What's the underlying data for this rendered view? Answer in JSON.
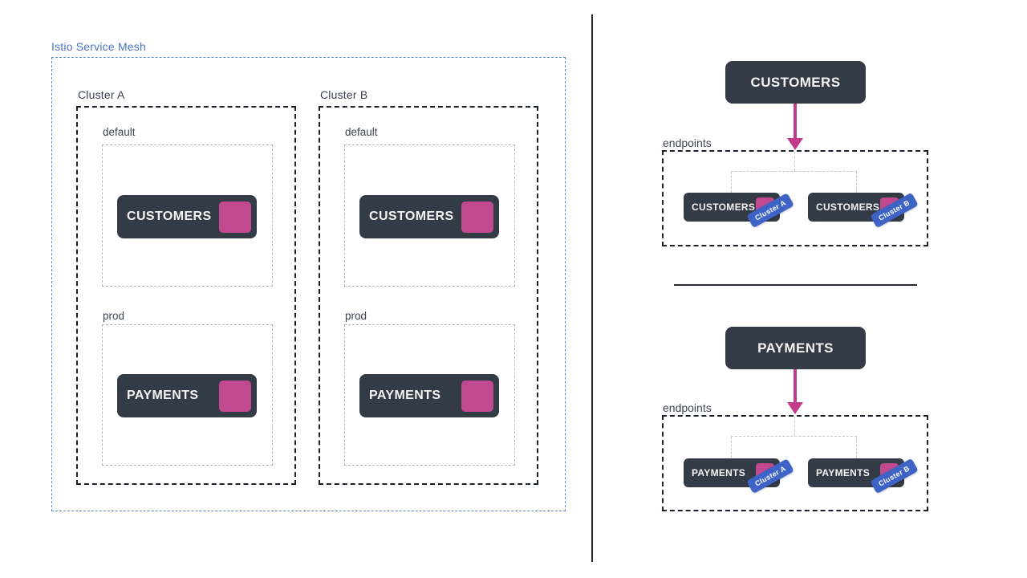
{
  "colors": {
    "dark_box": "#333b46",
    "pink": "#c0498f",
    "arrow_pink": "#c23a8c",
    "badge_blue": "#3e63c6",
    "mesh_blue": "#4a74c8",
    "label_gray": "#3d4450"
  },
  "mesh": {
    "title": "Istio Service Mesh",
    "clusters": [
      {
        "label": "Cluster A",
        "namespaces": [
          {
            "label": "default",
            "service": "CUSTOMERS"
          },
          {
            "label": "prod",
            "service": "PAYMENTS"
          }
        ]
      },
      {
        "label": "Cluster B",
        "namespaces": [
          {
            "label": "default",
            "service": "CUSTOMERS"
          },
          {
            "label": "prod",
            "service": "PAYMENTS"
          }
        ]
      }
    ]
  },
  "services_panel": {
    "sections": [
      {
        "title": "CUSTOMERS",
        "endpoints_label": "endpoints",
        "endpoints": [
          {
            "name": "CUSTOMERS",
            "cluster": "Cluster A"
          },
          {
            "name": "CUSTOMERS",
            "cluster": "Cluster B"
          }
        ]
      },
      {
        "title": "PAYMENTS",
        "endpoints_label": "endpoints",
        "endpoints": [
          {
            "name": "PAYMENTS",
            "cluster": "Cluster A"
          },
          {
            "name": "PAYMENTS",
            "cluster": "Cluster B"
          }
        ]
      }
    ]
  }
}
